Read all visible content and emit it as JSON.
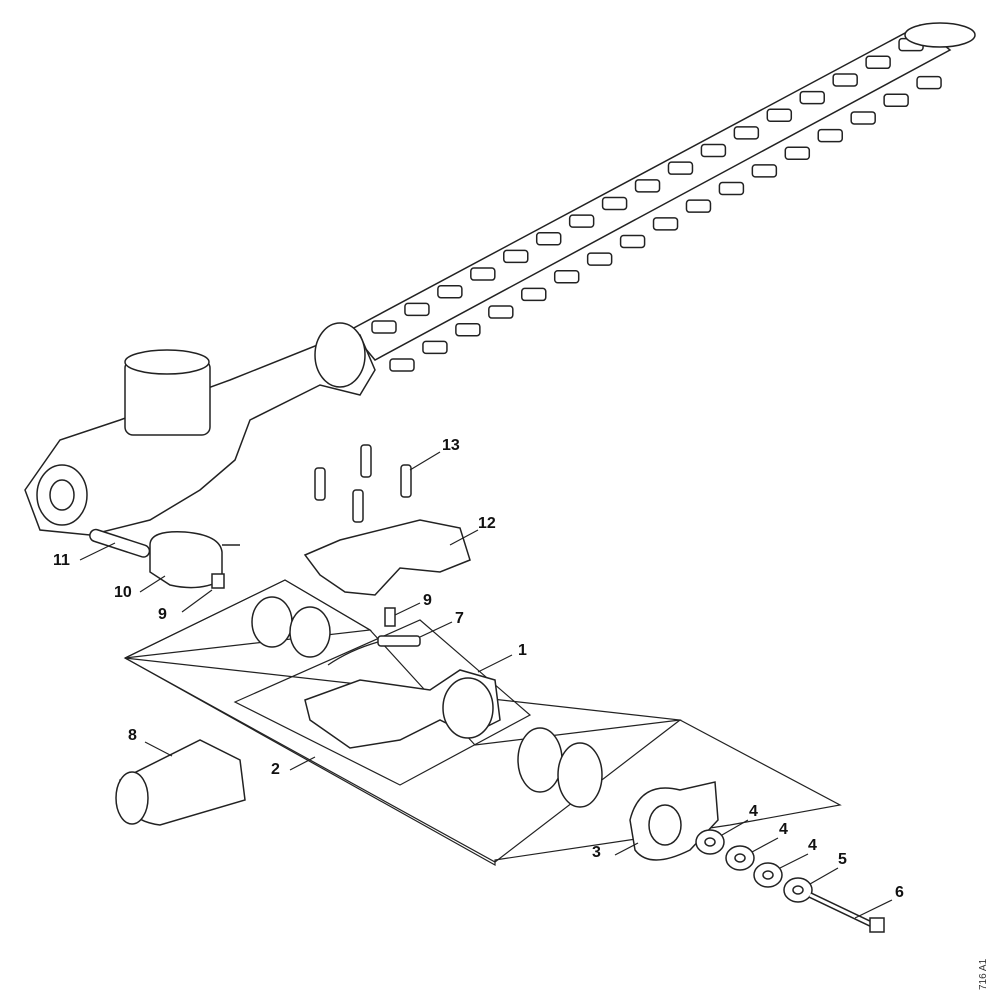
{
  "diagram": {
    "callouts": [
      {
        "number": "1",
        "part": "gear-housing"
      },
      {
        "number": "2",
        "part": "housing-kit"
      },
      {
        "number": "3",
        "part": "cover"
      },
      {
        "number": "4",
        "part": "washer-a"
      },
      {
        "number": "4",
        "part": "washer-b"
      },
      {
        "number": "4",
        "part": "washer-c"
      },
      {
        "number": "5",
        "part": "washer-d"
      },
      {
        "number": "6",
        "part": "bolt"
      },
      {
        "number": "7",
        "part": "cable-sensor"
      },
      {
        "number": "8",
        "part": "bellows-handle"
      },
      {
        "number": "9",
        "part": "screw-left"
      },
      {
        "number": "9",
        "part": "screw-right"
      },
      {
        "number": "10",
        "part": "clamp"
      },
      {
        "number": "11",
        "part": "pin"
      },
      {
        "number": "12",
        "part": "cover-plate"
      },
      {
        "number": "13",
        "part": "screws"
      }
    ],
    "drawing_code": "716 A1",
    "line_color": "#222222"
  }
}
